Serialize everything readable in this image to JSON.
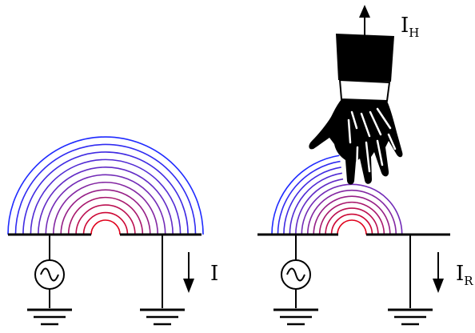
{
  "labels": {
    "left_current": "I",
    "right_current_main": "I",
    "right_current_sub": "R",
    "hand_current_main": "I",
    "hand_current_sub": "H"
  },
  "colors": {
    "wire": "#000000",
    "field_outer": "#1f2bff",
    "field_mid": "#7a2bb0",
    "field_inner": "#e0001a",
    "hand": "#000000"
  }
}
